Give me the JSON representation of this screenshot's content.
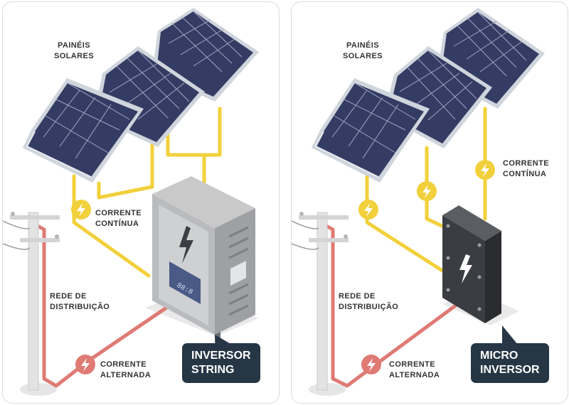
{
  "colors": {
    "dc_wire": "#f2d03b",
    "ac_wire": "#df7a74",
    "panel_cell": "#353c63",
    "panel_frame": "#cfd5dc",
    "tag_bg": "#263645",
    "micro_inverter": "#3a3d42"
  },
  "left": {
    "label_panels": [
      "PAINÉIS",
      "SOLARES"
    ],
    "label_dc": [
      "CORRENTE",
      "CONTÍNUA"
    ],
    "label_grid": [
      "REDE DE",
      "DISTRIBUIÇÃO"
    ],
    "label_ac": [
      "CORRENTE",
      "ALTERNADA"
    ],
    "tag": [
      "INVERSOR",
      "STRING"
    ],
    "inverter_display": "88:8"
  },
  "right": {
    "label_panels": [
      "PAINÉIS",
      "SOLARES"
    ],
    "label_dc": [
      "CORRENTE",
      "CONTÍNUA"
    ],
    "label_grid": [
      "REDE DE",
      "DISTRIBUIÇÃO"
    ],
    "label_ac": [
      "CORRENTE",
      "ALTERNADA"
    ],
    "tag": [
      "MICRO",
      "INVERSOR"
    ]
  },
  "icons": [
    "solar-panel-icon",
    "lightning-bolt-icon",
    "utility-pole-icon",
    "string-inverter-icon",
    "micro-inverter-icon"
  ]
}
